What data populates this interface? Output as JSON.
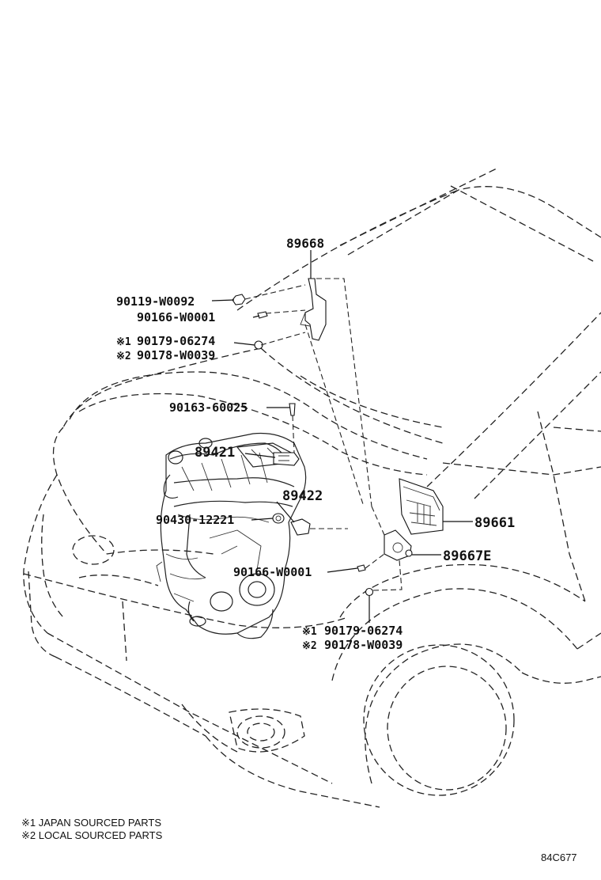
{
  "diagram": {
    "parts": {
      "p89668": "89668",
      "p90119_w0092": "90119-W0092",
      "p90166_w0001_top": "90166-W0001",
      "p90179_06274_top": "90179-06274",
      "p90178_w0039_top": "90178-W0039",
      "p90163_60025": "90163-60025",
      "p89421": "89421",
      "p89422": "89422",
      "p90430_12221": "90430-12221",
      "p89661": "89661",
      "p89667e": "89667E",
      "p90166_w0001_bottom": "90166-W0001",
      "p90179_06274_bottom": "90179-06274",
      "p90178_w0039_bottom": "90178-W0039"
    },
    "marks": {
      "mark1": "※1",
      "mark2": "※2"
    },
    "legend": {
      "note1": "※1 JAPAN SOURCED PARTS",
      "note2": "※2 LOCAL SOURCED PARTS"
    },
    "figure_code": "84C677"
  }
}
